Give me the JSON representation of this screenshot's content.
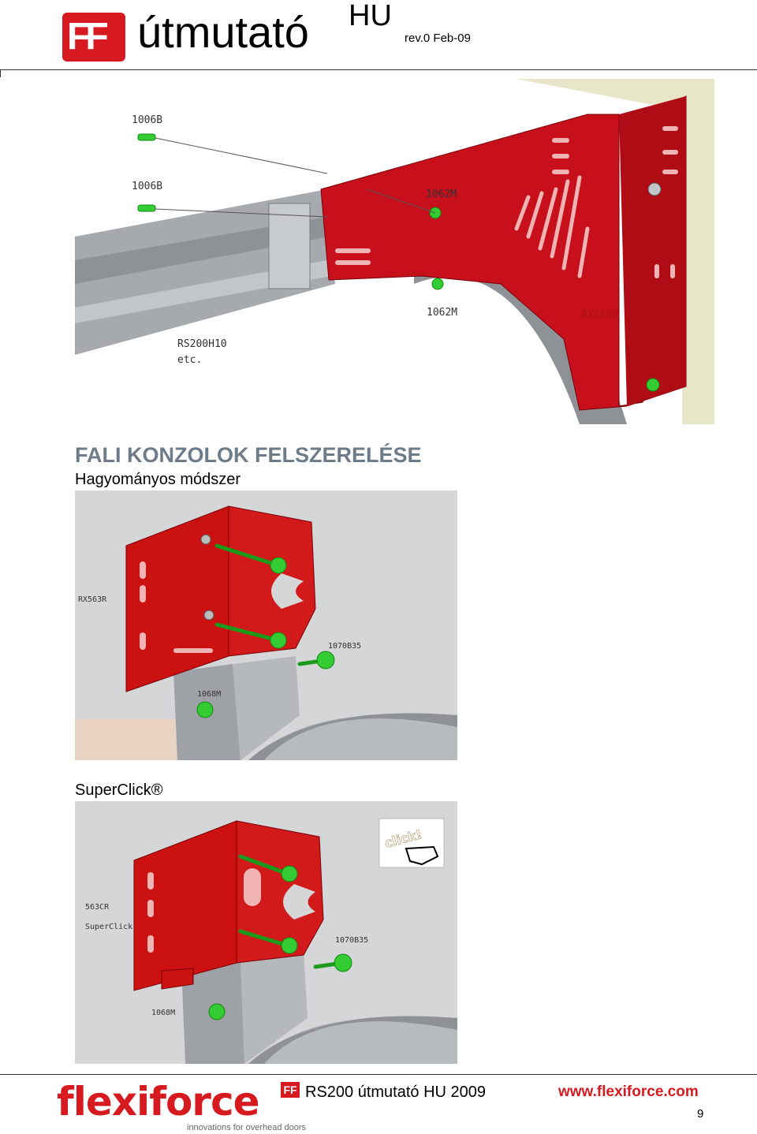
{
  "header": {
    "logo_text": "FF",
    "title": "útmutató",
    "lang": "HU",
    "revision": "rev.0 Feb-09"
  },
  "figure1": {
    "labels": [
      "1006B",
      "1006B",
      "1062M",
      "1062M",
      "RX560R",
      "RS200H10",
      "etc."
    ]
  },
  "section": {
    "title": "FALI KONZOLOK FELSZERELÉSE",
    "subtitle": "Hagyományos módszer"
  },
  "figure2": {
    "labels": [
      "RX563R",
      "1070B35",
      "1068M"
    ]
  },
  "superclick": {
    "label": "SuperClick®"
  },
  "figure3": {
    "labels": [
      "563CR",
      "SuperClick",
      "1070B35",
      "1068M"
    ],
    "badge": "click!"
  },
  "footer": {
    "brand": "flexiforce",
    "brand_ff": "FF",
    "tagline": "innovations for overhead doors",
    "doc_title": "RS200 útmutató HU 2009",
    "url": "www.flexiforce.com",
    "page": "9"
  },
  "colors": {
    "brand_red": "#d71920",
    "part_red": "#cc1111",
    "screw_green": "#33cc33",
    "steel_gray": "#9ea2a6",
    "section_title": "#6e7b88"
  }
}
